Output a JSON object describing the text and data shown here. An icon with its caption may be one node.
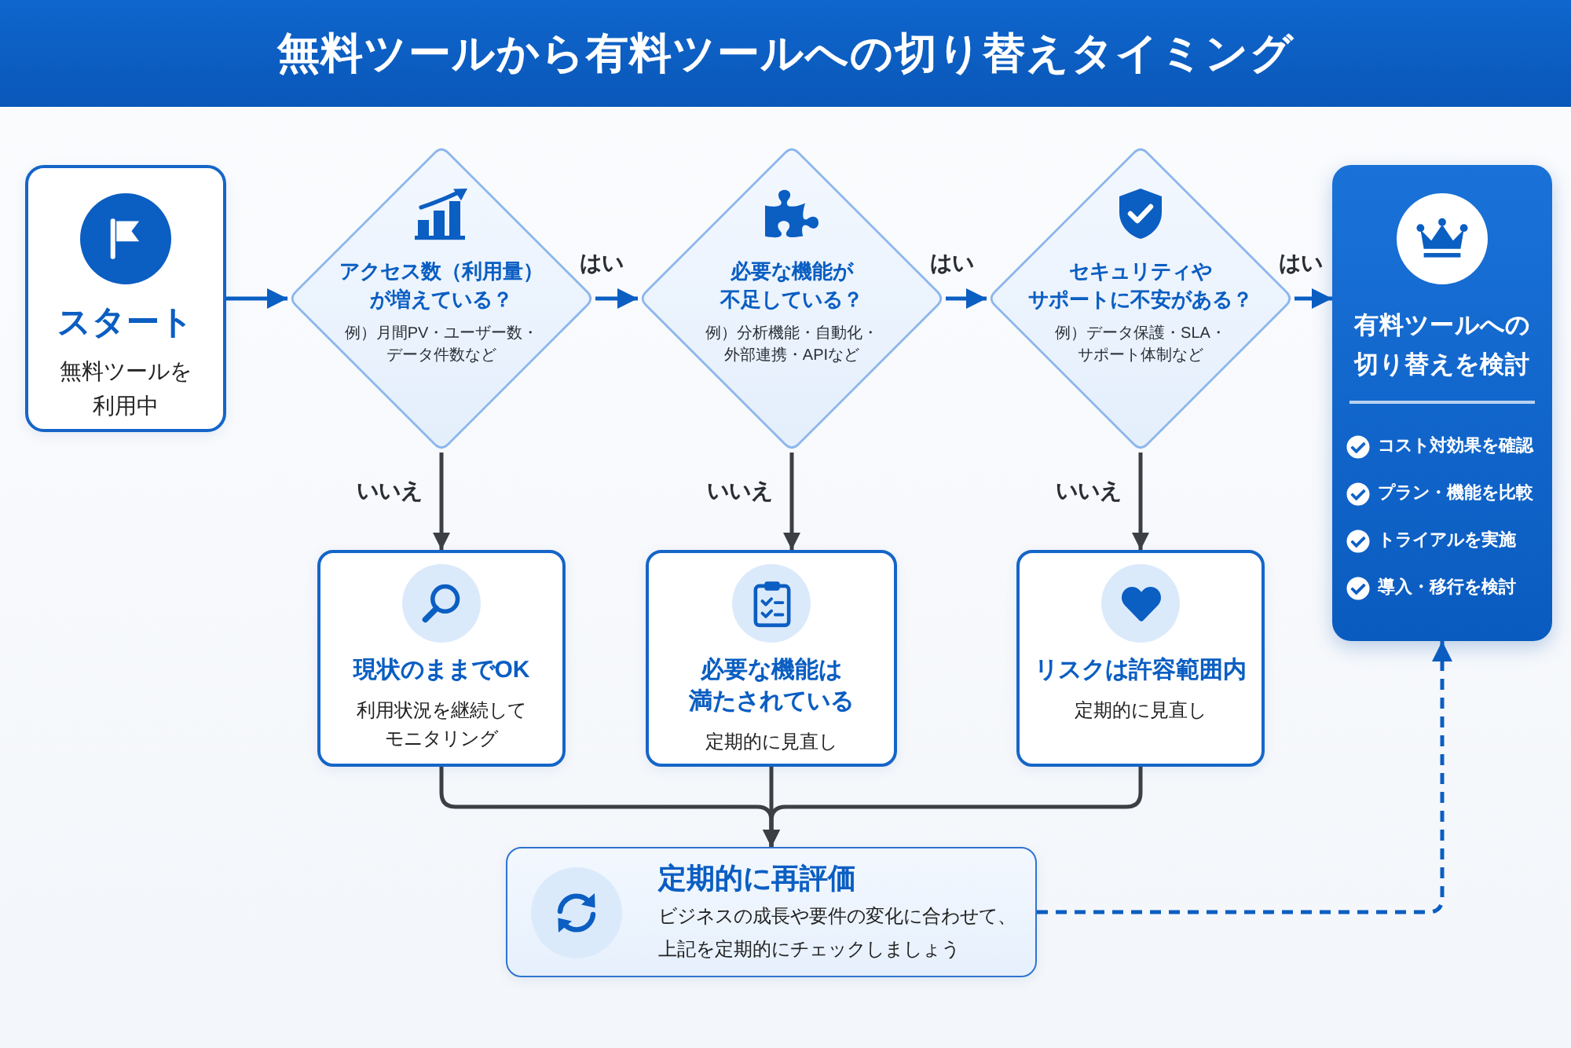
{
  "diagram": {
    "title": "無料ツールから有料ツールへの切り替えタイミング",
    "nodes": [
      {
        "text": [
          "スタート",
          "無料ツールを利用中"
        ]
      },
      {
        "text": [
          "アクセス数（利用量）が増えている？",
          "例）月間PV・ユーザー数・データ件数など"
        ]
      },
      {
        "text": [
          "必要な機能が不足している？",
          "例）分析機能・自動化・外部連携・APIなど"
        ]
      },
      {
        "text": [
          "セキュリティやサポートに不安がある？",
          "例）データ保護・SLA・サポート体制など"
        ]
      },
      {
        "text": [
          "有料ツールへの切り替えを検討",
          "コスト対効果を確認",
          "プラン・機能を比較",
          "トライアルを実施",
          "導入・移行を検討"
        ]
      },
      {
        "text": [
          "現状のままでOK",
          "利用状況を継続してモニタリング"
        ]
      },
      {
        "text": [
          "必要な機能は満たされている",
          "定期的に見直し"
        ]
      },
      {
        "text": [
          "リスクは許容範囲内",
          "定期的に見直し"
        ]
      },
      {
        "text": [
          "定期的に再評価",
          "ビジネスの成長や要件の変化に合わせて、上記を定期的にチェックしましょう"
        ]
      }
    ],
    "edges": [
      {
        "from": 0,
        "to": 1,
        "arrow": "to",
        "color": "#0b5ec2"
      },
      {
        "from": 1,
        "to": 2,
        "arrow": "to",
        "label": "はい",
        "color": "#0b5ec2"
      },
      {
        "from": 2,
        "to": 3,
        "arrow": "to",
        "label": "はい",
        "color": "#0b5ec2"
      },
      {
        "from": 3,
        "to": 4,
        "arrow": "to",
        "label": "はい",
        "color": "#0b5ec2"
      },
      {
        "from": 1,
        "to": 5,
        "arrow": "to",
        "label": "いいえ"
      },
      {
        "from": 2,
        "to": 6,
        "arrow": "to",
        "label": "いいえ"
      },
      {
        "from": 3,
        "to": 7,
        "arrow": "to",
        "label": "いいえ"
      },
      {
        "from": 5,
        "to": 8,
        "arrow": "to"
      },
      {
        "from": 6,
        "to": 8,
        "arrow": "to"
      },
      {
        "from": 7,
        "to": 8,
        "arrow": "to"
      },
      {
        "from": 8,
        "to": 4,
        "arrow": "to",
        "style": "dashed",
        "color": "#0b5ec2"
      }
    ]
  }
}
